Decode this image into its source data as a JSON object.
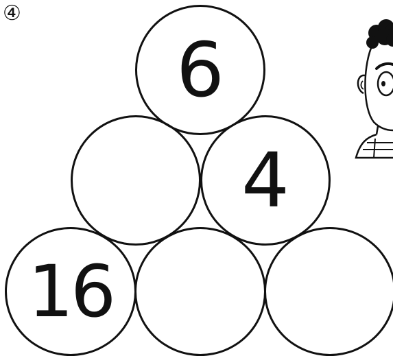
{
  "problem": {
    "number": "④"
  },
  "pyramid": {
    "rows": [
      [
        {
          "value": "6"
        }
      ],
      [
        {
          "value": ""
        },
        {
          "value": "4"
        }
      ],
      [
        {
          "value": "16"
        },
        {
          "value": ""
        },
        {
          "value": ""
        }
      ]
    ]
  },
  "character": {
    "icon": "boy-face-icon"
  },
  "colors": {
    "ink": "#111111",
    "background": "#ffffff"
  }
}
